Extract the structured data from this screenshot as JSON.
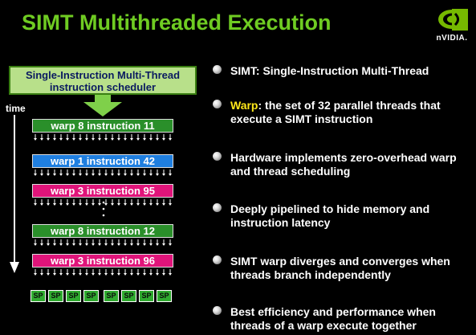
{
  "title": "SIMT Multithreaded Execution",
  "logo": {
    "icon": "nvidia-eye-logo",
    "text": "nVIDIA."
  },
  "scheduler": {
    "line1": "Single-Instruction Multi-Thread",
    "line2": "instruction scheduler"
  },
  "time_label": "time",
  "warps": [
    {
      "label": "warp 8 instruction 11",
      "color": "#2a8f2a"
    },
    {
      "label": "warp 1 instruction 42",
      "color": "#1f7fe0"
    },
    {
      "label": "warp 3 instruction 95",
      "color": "#e0147a"
    },
    {
      "label": "warp 8 instruction 12",
      "color": "#2a8f2a"
    },
    {
      "label": "warp 3 instruction 96",
      "color": "#e0147a"
    }
  ],
  "sp_units": [
    "SP",
    "SP",
    "SP",
    "SP",
    "SP",
    "SP",
    "SP",
    "SP"
  ],
  "bullets": [
    {
      "head": "SIMT: Single-Instruction Multi-Thread",
      "text": ""
    },
    {
      "head": "Warp",
      "text": ": the set of 32 parallel threads that execute a SIMT instruction"
    },
    {
      "head": "",
      "text": "Hardware implements zero-overhead warp and thread scheduling"
    },
    {
      "head": "",
      "text": "Deeply pipelined to hide memory and instruction latency"
    },
    {
      "head": "",
      "text": "SIMT warp diverges and converges when threads branch independently"
    },
    {
      "head": "",
      "text": "Best efficiency and performance when threads of a warp execute together"
    }
  ],
  "colors": {
    "title": "#6fcc22",
    "highlight": "#ffe81a",
    "background": "#000000"
  }
}
